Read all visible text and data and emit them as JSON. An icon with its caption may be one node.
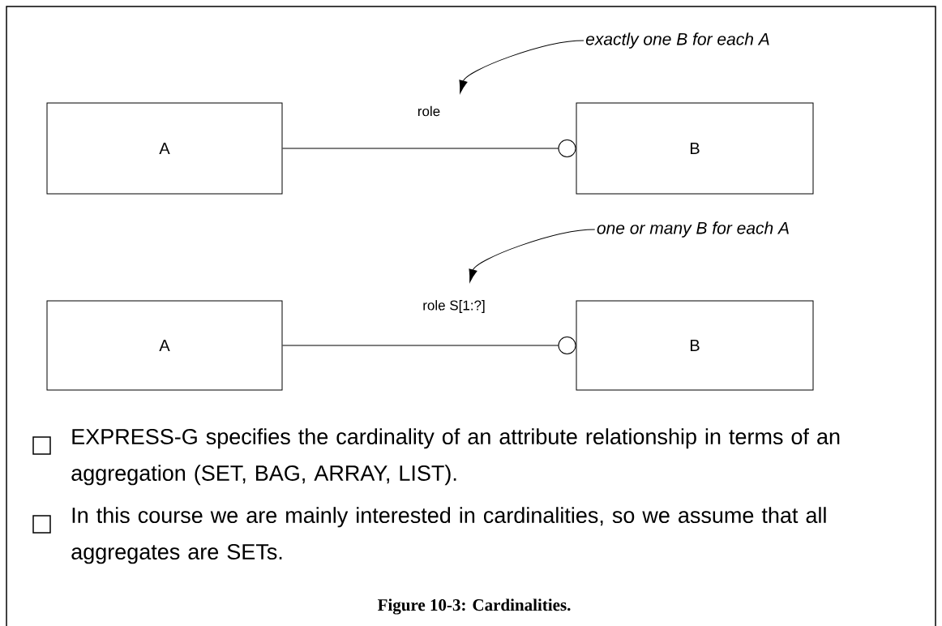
{
  "diagram": {
    "caption": "Figure 10-3: Cardinalities.",
    "nodes": [
      {
        "text": [
          "A"
        ]
      },
      {
        "text": [
          "B"
        ]
      },
      {
        "text": [
          "A"
        ]
      },
      {
        "text": [
          "B"
        ]
      },
      {
        "text": [
          "exactly one B for each A"
        ]
      },
      {
        "text": [
          "one or many B for each A"
        ]
      }
    ],
    "edges": [
      {
        "from": 0,
        "to": 1,
        "arrow": "other",
        "label": "role"
      },
      {
        "from": 2,
        "to": 3,
        "arrow": "other",
        "label": "role S[1:?]"
      },
      {
        "from": 4,
        "to": null,
        "arrow": "to"
      },
      {
        "from": 5,
        "to": null,
        "arrow": "to"
      }
    ],
    "labels": [
      "EXPRESS-G specifies the cardinality of an attribute relationship in terms of an aggregation (SET, BAG, ARRAY, LIST).",
      "In this course we are mainly interested in cardinalities, so we assume that all aggregates are SETs."
    ]
  }
}
